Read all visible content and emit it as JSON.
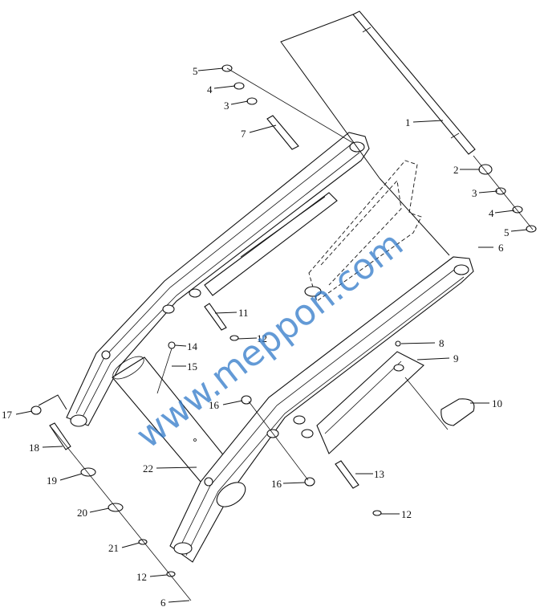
{
  "callouts": [
    {
      "id": "c1",
      "label": "1"
    },
    {
      "id": "c2",
      "label": "2"
    },
    {
      "id": "c3",
      "label": "3"
    },
    {
      "id": "c4",
      "label": "4"
    },
    {
      "id": "c5",
      "label": "5"
    },
    {
      "id": "c6",
      "label": "6"
    },
    {
      "id": "c3t",
      "label": "3"
    },
    {
      "id": "c4t",
      "label": "4"
    },
    {
      "id": "c5t",
      "label": "5"
    },
    {
      "id": "c7",
      "label": "7"
    },
    {
      "id": "c8",
      "label": "8"
    },
    {
      "id": "c9",
      "label": "9"
    },
    {
      "id": "c10",
      "label": "10"
    },
    {
      "id": "c11",
      "label": "11"
    },
    {
      "id": "c12a",
      "label": "12"
    },
    {
      "id": "c12b",
      "label": "12"
    },
    {
      "id": "c12c",
      "label": "12"
    },
    {
      "id": "c13",
      "label": "13"
    },
    {
      "id": "c14",
      "label": "14"
    },
    {
      "id": "c15",
      "label": "15"
    },
    {
      "id": "c16a",
      "label": "16"
    },
    {
      "id": "c16b",
      "label": "16"
    },
    {
      "id": "c17",
      "label": "17"
    },
    {
      "id": "c18",
      "label": "18"
    },
    {
      "id": "c19",
      "label": "19"
    },
    {
      "id": "c20",
      "label": "20"
    },
    {
      "id": "c21",
      "label": "21"
    },
    {
      "id": "c22",
      "label": "22"
    },
    {
      "id": "c6b",
      "label": "6"
    }
  ],
  "watermark": "www.meppon.com"
}
